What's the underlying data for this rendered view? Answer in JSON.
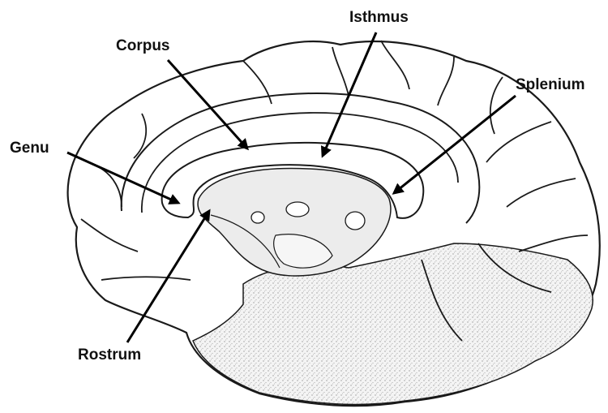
{
  "figure": {
    "labels": {
      "isthmus": "Isthmus",
      "corpus": "Corpus",
      "splenium": "Splenium",
      "genu": "Genu",
      "rostrum": "Rostrum"
    },
    "colors": {
      "outline": "#1a1a1a",
      "stipple": "#d9d9d9",
      "arrow": "#000000",
      "background": "#ffffff"
    }
  }
}
